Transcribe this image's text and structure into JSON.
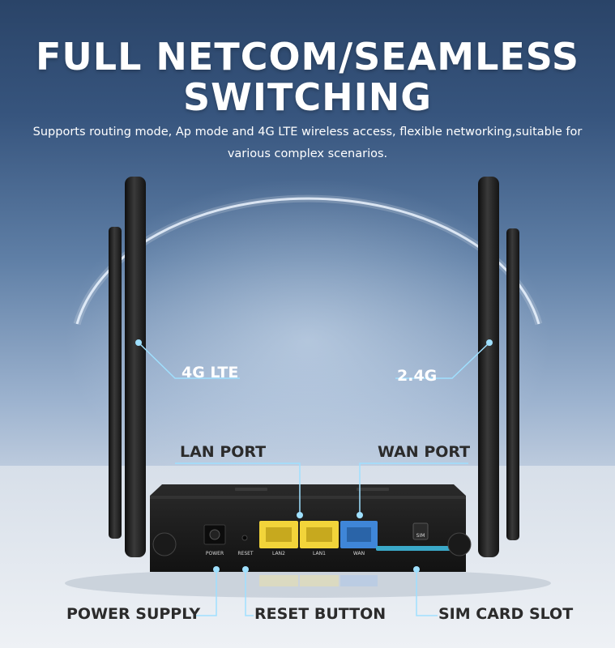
{
  "headline": {
    "line1": "FULL NETCOM/SEAMLESS",
    "line2": "SWITCHING"
  },
  "subtitle": {
    "line1": "Supports routing mode, Ap mode and 4G LTE wireless access, flexible networking,suitable for",
    "line2": "various complex scenarios."
  },
  "callouts": {
    "antenna_left": "4G LTE",
    "antenna_right": "2.4G",
    "lan_port": "LAN PORT",
    "wan_port": "WAN PORT",
    "power_supply": "POWER SUPPLY",
    "reset_button": "RESET BUTTON",
    "sim_card_slot": "SIM CARD SLOT"
  },
  "port_labels": {
    "power": "POWER",
    "reset": "RESET",
    "lan2": "LAN2",
    "lan1": "LAN1",
    "wan": "WAN",
    "sim": "SIM"
  },
  "colors": {
    "callout_line": "#9fe0ff",
    "lan_port": "#f2d43a",
    "wan_port": "#3f86d8",
    "router_body": "#1c1c1c"
  }
}
